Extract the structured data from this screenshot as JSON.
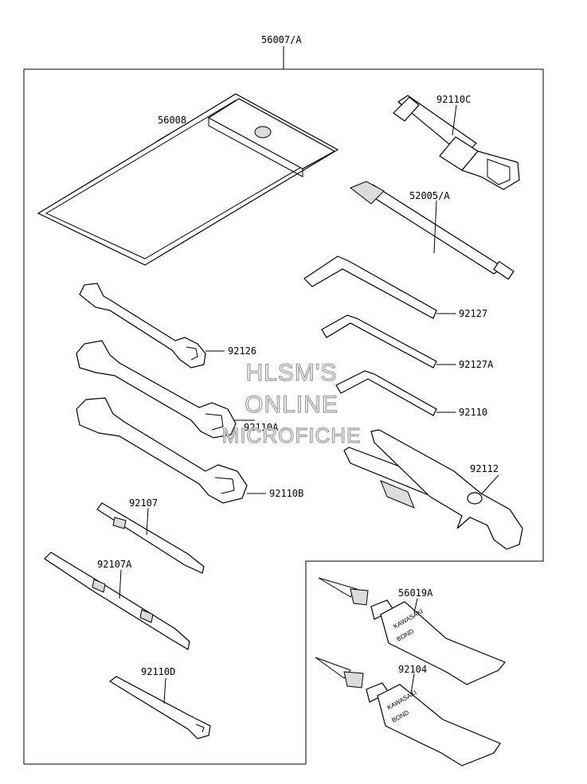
{
  "title_part": "56007/A",
  "parts": {
    "p56008": "56008",
    "p92110C": "92110C",
    "p52005A": "52005/A",
    "p92127": "92127",
    "p92127A": "92127A",
    "p92110": "92110",
    "p92126": "92126",
    "p92110A": "92110A",
    "p92110B": "92110B",
    "p92112": "92112",
    "p92107": "92107",
    "p92107A": "92107A",
    "p92110D": "92110D",
    "p56019A": "56019A",
    "p92104": "92104"
  },
  "tube_text": {
    "brand": "KAWASAKI",
    "product": "BOND"
  },
  "watermark": {
    "line1": "HLSM'S",
    "line2": "ONLINE",
    "line3": "MICROFICHE"
  }
}
